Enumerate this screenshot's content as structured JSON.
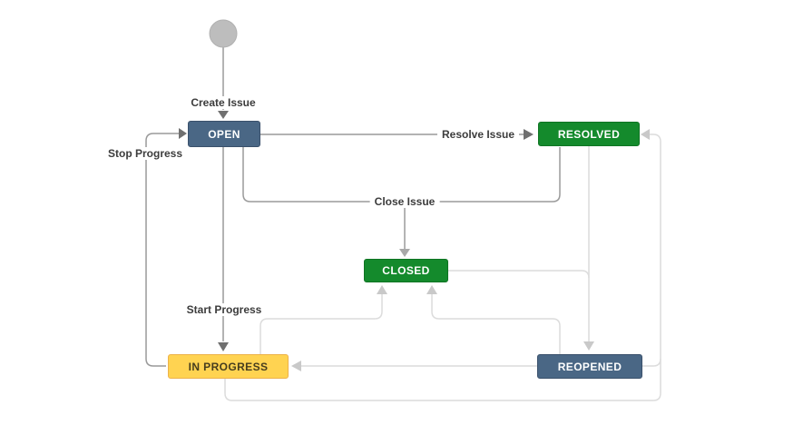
{
  "workflow": {
    "statuses": {
      "open": {
        "label": "OPEN",
        "color": "#4a6785",
        "text_color": "#ffffff"
      },
      "resolved": {
        "label": "RESOLVED",
        "color": "#148a2c",
        "text_color": "#ffffff"
      },
      "closed": {
        "label": "CLOSED",
        "color": "#148a2c",
        "text_color": "#ffffff"
      },
      "in_progress": {
        "label": "IN PROGRESS",
        "color": "#ffd351",
        "text_color": "#463d1e"
      },
      "reopened": {
        "label": "REOPENED",
        "color": "#4a6785",
        "text_color": "#ffffff"
      }
    },
    "transitions": {
      "create_issue": {
        "label": "Create Issue",
        "from": "start",
        "to": "open"
      },
      "resolve_issue": {
        "label": "Resolve Issue",
        "from": "open",
        "to": "resolved"
      },
      "stop_progress": {
        "label": "Stop Progress",
        "from": "in_progress",
        "to": "open"
      },
      "close_issue": {
        "label": "Close Issue",
        "from": "open",
        "to": "closed"
      },
      "start_progress": {
        "label": "Start Progress",
        "from": "open",
        "to": "in_progress"
      },
      "unlabeled": [
        {
          "from": "in_progress",
          "to": "closed"
        },
        {
          "from": "reopened",
          "to": "closed"
        },
        {
          "from": "resolved",
          "to": "reopened"
        },
        {
          "from": "closed",
          "to": "reopened"
        },
        {
          "from": "reopened",
          "to": "in_progress"
        },
        {
          "from": "in_progress",
          "to": "resolved"
        },
        {
          "from": "reopened",
          "to": "resolved"
        }
      ]
    },
    "colors": {
      "start_node_fill": "#bdbdbd",
      "labeled_line": "#9a9a9a",
      "labeled_arrow": "#707070",
      "plain_line": "#dcdcdc",
      "plain_arrow": "#c9c9c9",
      "label_text": "#3c3c3c",
      "background": "#ffffff"
    }
  }
}
